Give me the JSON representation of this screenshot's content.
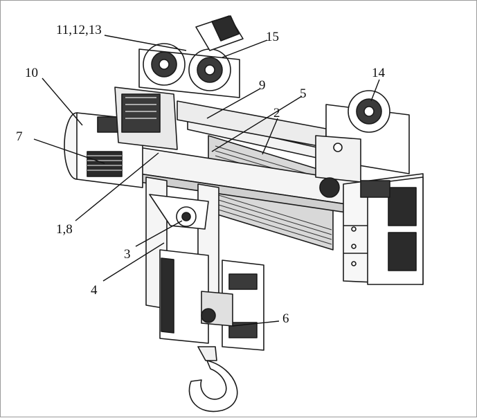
{
  "diagram": {
    "colors": {
      "line": "#1a1a1a",
      "dark": "#2b2b2b",
      "mid": "#8c8c8c",
      "light": "#e6e6e6",
      "paper": "#ffffff"
    },
    "callouts": [
      {
        "id": "c-11-12-13",
        "label": "11,12,13"
      },
      {
        "id": "c-15",
        "label": "15"
      },
      {
        "id": "c-10",
        "label": "10"
      },
      {
        "id": "c-9",
        "label": "9"
      },
      {
        "id": "c-5",
        "label": "5"
      },
      {
        "id": "c-14",
        "label": "14"
      },
      {
        "id": "c-2",
        "label": "2"
      },
      {
        "id": "c-7",
        "label": "7"
      },
      {
        "id": "c-1-8",
        "label": "1,8"
      },
      {
        "id": "c-3",
        "label": "3"
      },
      {
        "id": "c-4",
        "label": "4"
      },
      {
        "id": "c-6",
        "label": "6"
      }
    ]
  }
}
